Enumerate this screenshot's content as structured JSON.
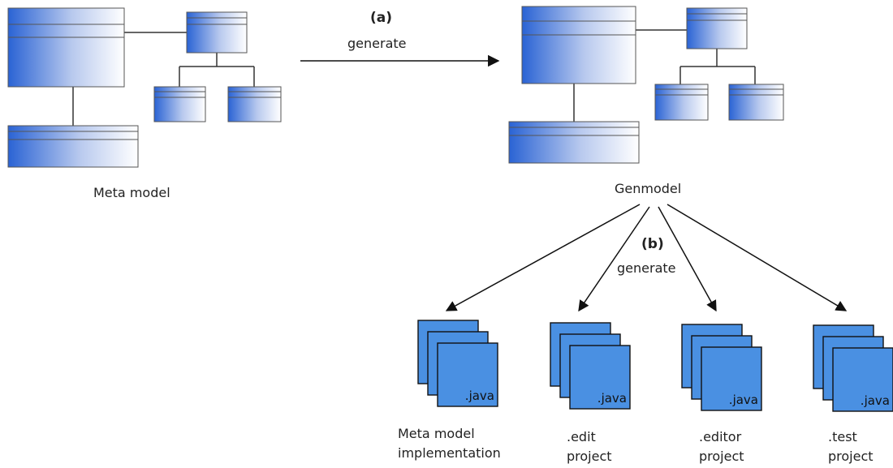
{
  "step_a": {
    "label": "(a)",
    "action": "generate"
  },
  "step_b": {
    "label": "(b)",
    "action": "generate"
  },
  "meta_model": {
    "caption": "Meta model"
  },
  "genmodel": {
    "caption": "Genmodel"
  },
  "outputs": [
    {
      "file_label": ".java",
      "line1": "Meta model",
      "line2": "implementation"
    },
    {
      "file_label": ".java",
      "line1": ".edit",
      "line2": "project"
    },
    {
      "file_label": ".java",
      "line1": ".editor",
      "line2": "project"
    },
    {
      "file_label": ".java",
      "line1": ".test",
      "line2": "project"
    }
  ],
  "colors": {
    "class_gradient_start": "#2a63d4",
    "class_gradient_end": "#ffffff",
    "file_fill": "#4a90e2",
    "line": "#222222"
  }
}
